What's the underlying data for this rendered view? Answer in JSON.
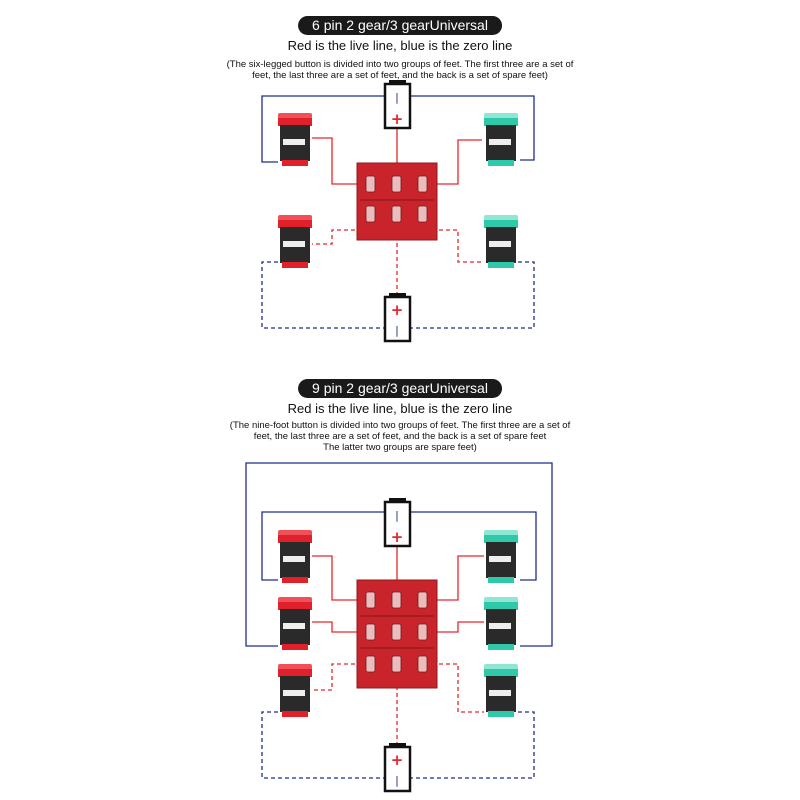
{
  "diagrams": [
    {
      "title": "6 pin 2 gear/3 gearUniversal",
      "subtitle": "Red is the live line, blue is the zero line",
      "note_lines": [
        "(The six-legged button is divided into two groups of feet. The first three are a set of",
        "feet, the last three are a set of feet, and the back is a set of spare feet)"
      ]
    },
    {
      "title": "9 pin 2 gear/3 gearUniversal",
      "subtitle": "Red is the live line, blue is the zero line",
      "note_lines": [
        "(The nine-foot button is divided into two groups of feet. The first three are a set of",
        "feet, the last three are a set of feet, and the back is a set of spare feet",
        "The latter two groups are spare feet)"
      ]
    }
  ],
  "battery": {
    "plus": "+",
    "minus": "|"
  },
  "colors": {
    "live": "#e8262a",
    "neutral": "#1f2e8f",
    "switch": "#c9242b",
    "lamp_red": "#e0202a",
    "lamp_green": "#2fc9a9",
    "lamp_body": "#2a2a2a"
  }
}
